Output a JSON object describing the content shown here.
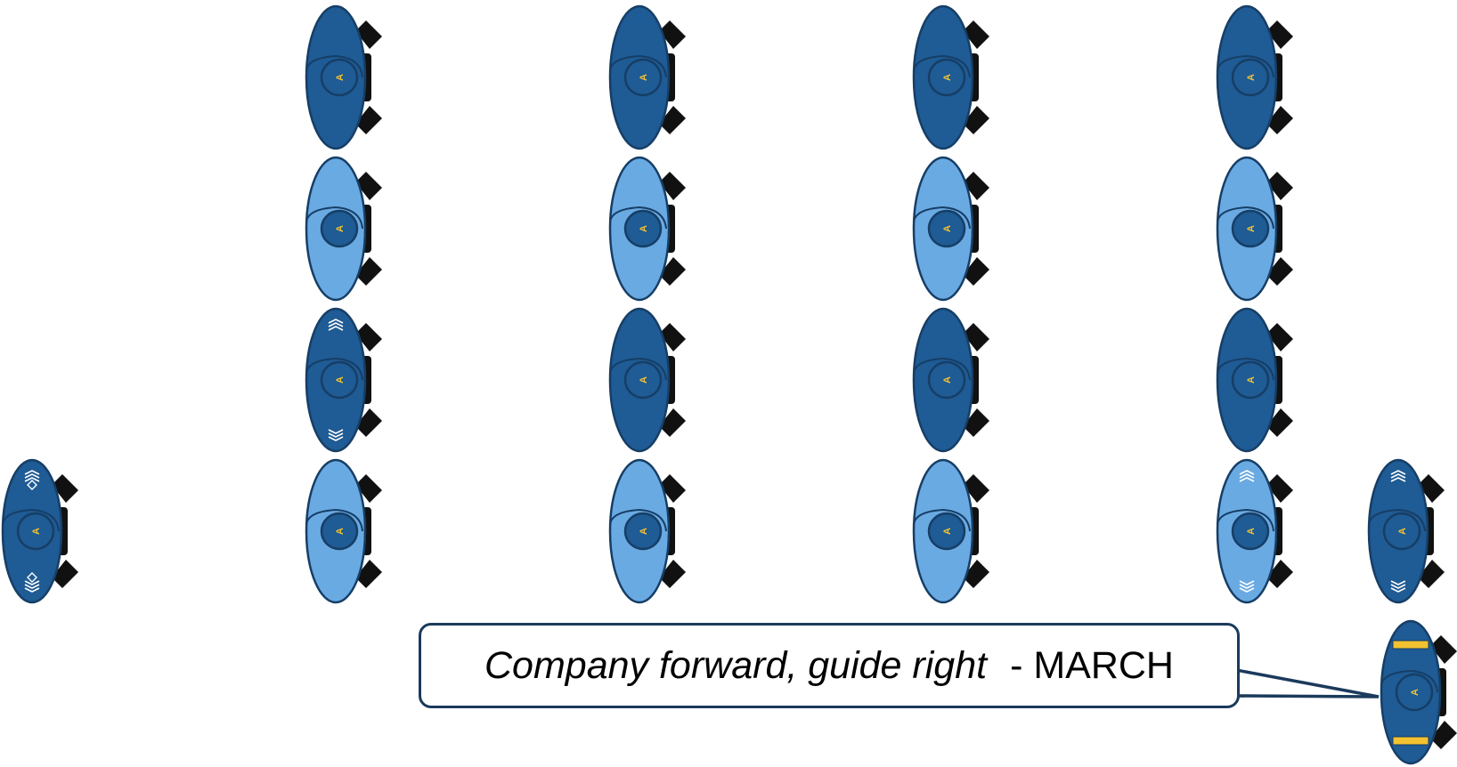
{
  "colors": {
    "dark_fill": "#1f5b94",
    "light_fill": "#6aaae2",
    "outline": "#163e66",
    "helmet": "#111111",
    "letter": "#f2c230",
    "callout_border": "#1b3a5c"
  },
  "helmet_letter": "A",
  "formation": {
    "rows": [
      {
        "name": "rank-1",
        "fill": "dark"
      },
      {
        "name": "rank-2",
        "fill": "light"
      },
      {
        "name": "rank-3",
        "fill": "dark"
      },
      {
        "name": "rank-4",
        "fill": "light"
      }
    ],
    "columns": 4,
    "marked_soldiers": [
      {
        "row": 3,
        "col": 1,
        "chevrons": true
      },
      {
        "row": 4,
        "col": 4,
        "chevrons": true
      }
    ]
  },
  "extra_soldiers": [
    {
      "name": "left-guide-soldier",
      "fill": "dark",
      "chevrons": true,
      "diamonds": true
    },
    {
      "name": "right-guide-soldier",
      "fill": "dark",
      "chevrons": true
    },
    {
      "name": "company-commander",
      "fill": "dark",
      "rank_bars": true
    }
  ],
  "callout": {
    "command": "Company forward, guide right",
    "execution": "- MARCH"
  }
}
